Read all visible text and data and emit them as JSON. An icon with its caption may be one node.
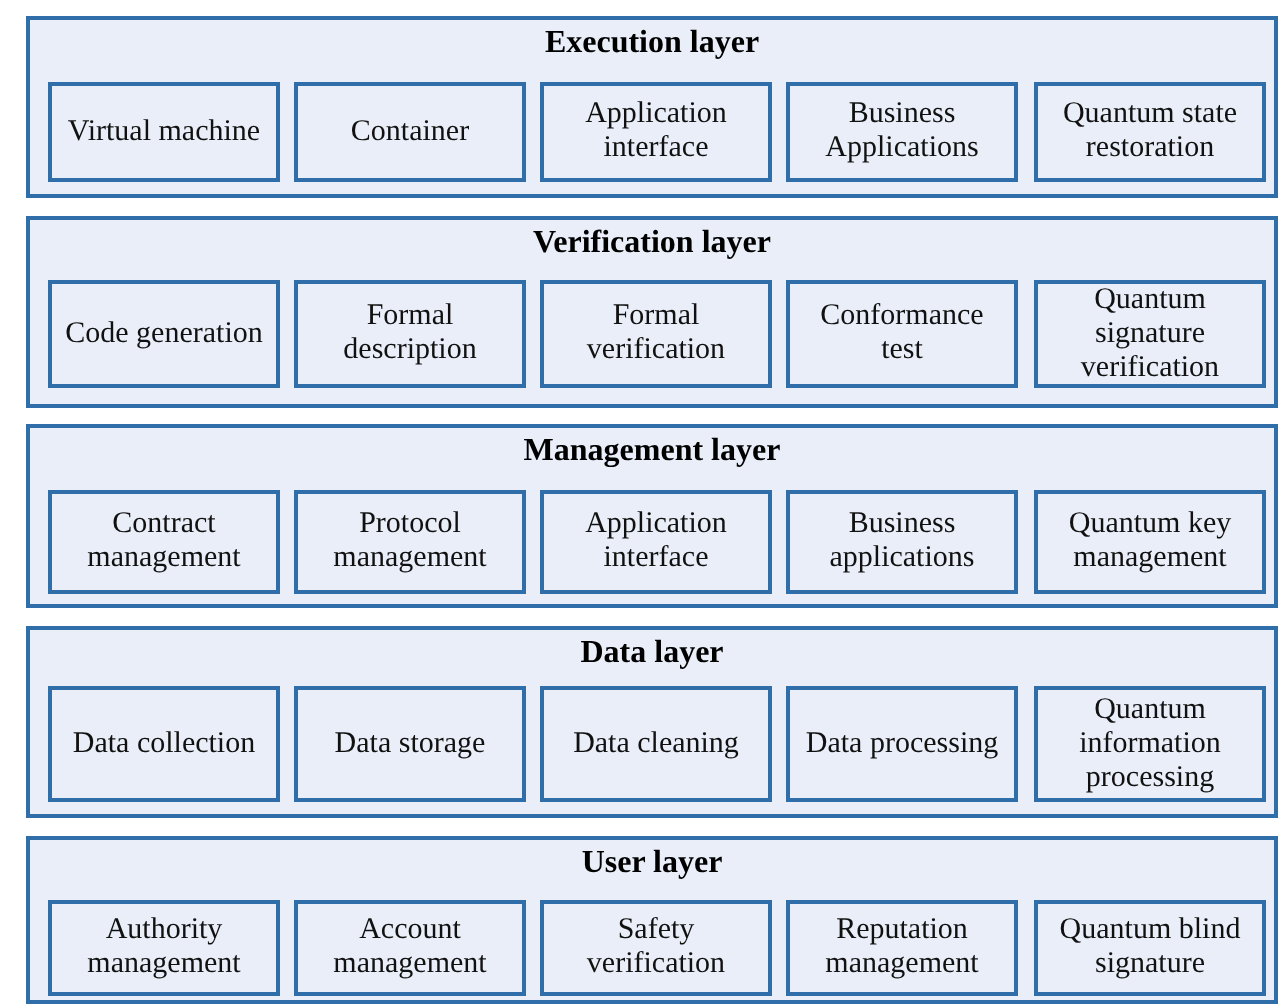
{
  "diagram": {
    "nodes": [
      {
        "text": [
          "Execution layer"
        ]
      },
      {
        "text": [
          "Virtual machine"
        ],
        "in": 0
      },
      {
        "text": [
          "Container"
        ],
        "in": 0
      },
      {
        "text": [
          "Application interface"
        ],
        "in": 0
      },
      {
        "text": [
          "Business Applications"
        ],
        "in": 0
      },
      {
        "text": [
          "Quantum state restoration"
        ],
        "in": 0
      },
      {
        "text": [
          "Verification layer"
        ]
      },
      {
        "text": [
          "Code generation"
        ],
        "in": 6
      },
      {
        "text": [
          "Formal description"
        ],
        "in": 6
      },
      {
        "text": [
          "Formal verification"
        ],
        "in": 6
      },
      {
        "text": [
          "Conformance test"
        ],
        "in": 6
      },
      {
        "text": [
          "Quantum signature verification"
        ],
        "in": 6
      },
      {
        "text": [
          "Management layer"
        ]
      },
      {
        "text": [
          "Contract management"
        ],
        "in": 12
      },
      {
        "text": [
          "Protocol management"
        ],
        "in": 12
      },
      {
        "text": [
          "Application interface"
        ],
        "in": 12
      },
      {
        "text": [
          "Business applications"
        ],
        "in": 12
      },
      {
        "text": [
          "Quantum key management"
        ],
        "in": 12
      },
      {
        "text": [
          "Data layer"
        ]
      },
      {
        "text": [
          "Data collection"
        ],
        "in": 18
      },
      {
        "text": [
          "Data storage"
        ],
        "in": 18
      },
      {
        "text": [
          "Data cleaning"
        ],
        "in": 18
      },
      {
        "text": [
          "Data processing"
        ],
        "in": 18
      },
      {
        "text": [
          "Quantum information processing"
        ],
        "in": 18
      },
      {
        "text": [
          "User layer"
        ]
      },
      {
        "text": [
          "Authority management"
        ],
        "in": 24
      },
      {
        "text": [
          "Account management"
        ],
        "in": 24
      },
      {
        "text": [
          "Safety verification"
        ],
        "in": 24
      },
      {
        "text": [
          "Reputation management"
        ],
        "in": 24
      },
      {
        "text": [
          "Quantum blind signature"
        ],
        "in": 24
      }
    ]
  }
}
